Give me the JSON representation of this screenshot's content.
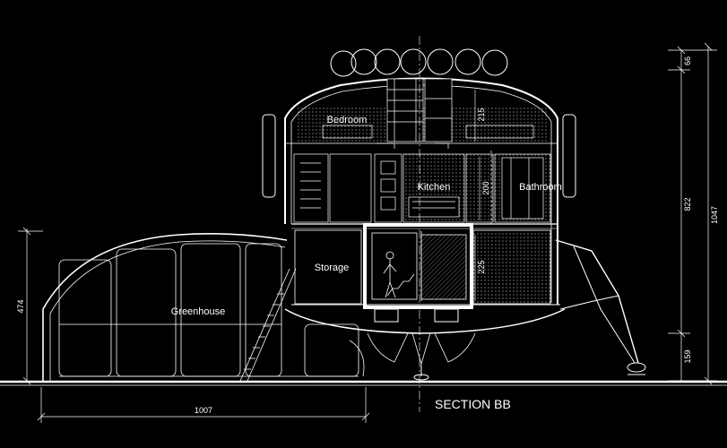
{
  "rooms": {
    "bedroom": "Bedroom",
    "kitchen": "Kitchen",
    "bathroom": "Bathroom",
    "storage": "Storage",
    "greenhouse": "Greenhouse"
  },
  "section_title": "SECTION BB",
  "dimensions": {
    "total_height": "1047",
    "upper_height": "822",
    "top_cap": "66",
    "leg_height": "159",
    "greenhouse_height": "474",
    "greenhouse_width": "1007",
    "bedroom_height": "215",
    "kitchen_height": "200",
    "storage_height": "225"
  },
  "colors": {
    "background": "#000000",
    "line": "#ffffff",
    "highlight": "#ffffff"
  }
}
